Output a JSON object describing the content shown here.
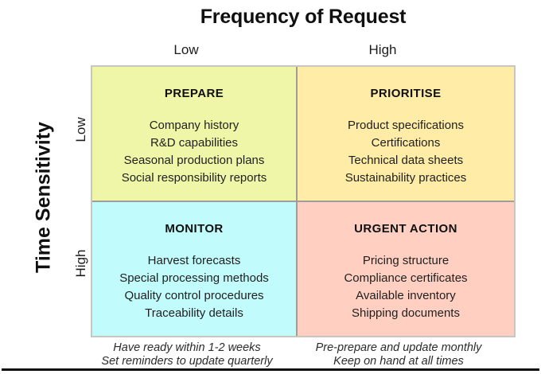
{
  "x_axis": {
    "title": "Frequency of Request",
    "low": "Low",
    "high": "High"
  },
  "y_axis": {
    "title": "Time Sensitivity",
    "low": "Low",
    "high": "High"
  },
  "quadrants": {
    "top_left": {
      "title": "PREPARE",
      "bg": "#f0f6a8",
      "items": [
        "Company history",
        "R&D capabilities",
        "Seasonal production plans",
        "Social responsibility reports"
      ]
    },
    "top_right": {
      "title": "PRIORITISE",
      "bg": "#ffeca6",
      "items": [
        "Product specifications",
        "Certifications",
        "Technical data sheets",
        "Sustainability practices"
      ]
    },
    "bottom_left": {
      "title": "MONITOR",
      "bg": "#c2fbfc",
      "items": [
        "Harvest forecasts",
        "Special processing methods",
        "Quality control procedures",
        "Traceability details"
      ]
    },
    "bottom_right": {
      "title": "URGENT ACTION",
      "bg": "#ffd0c2",
      "items": [
        "Pricing structure",
        "Compliance certificates",
        "Available inventory",
        "Shipping documents"
      ]
    }
  },
  "footnotes": {
    "left": [
      "Have ready within 1-2 weeks",
      "Set reminders to update quarterly"
    ],
    "right": [
      "Pre-prepare and update monthly",
      "Keep on hand at all times"
    ]
  },
  "colors": {
    "inner_divider": "#9e9e96",
    "outer_border": "#c8c6be",
    "bottom_rule": "#0d0d0d"
  }
}
